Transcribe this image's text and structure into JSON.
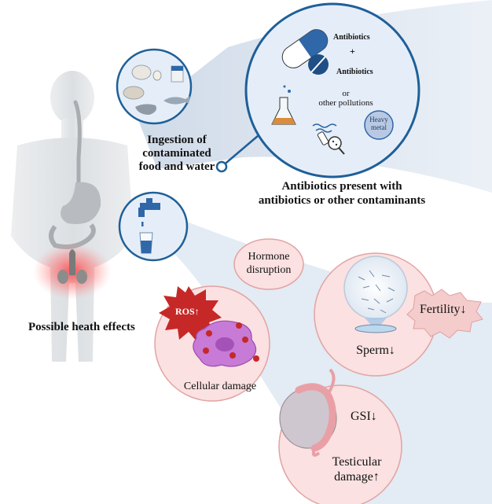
{
  "ingestion": {
    "line1": "Ingestion of",
    "line2": "contaminated",
    "line3": "food and water"
  },
  "contaminants": {
    "antibiotics_1": "Antibiotics",
    "plus": "+",
    "antibiotics_2": "Antibiotics",
    "or": "or",
    "other_pollutions": "other pollutions",
    "heavy_metal_1": "Heavy",
    "heavy_metal_2": "metal"
  },
  "caption": {
    "line1": "Antibiotics present with",
    "line2": "antibiotics or  other contaminants"
  },
  "effects": {
    "title": "Possible heath effects",
    "hormone_1": "Hormone",
    "hormone_2": "disruption",
    "ros": "ROS↑",
    "cellular_damage": "Cellular damage",
    "fertility": "Fertility↓",
    "sperm": "Sperm↓",
    "gsi": "GSI↓",
    "testicular_1": "Testicular",
    "testicular_2": "damage↑"
  },
  "colors": {
    "flow_light": "#dfe7f1",
    "flow_dark": "#b7c8dd",
    "circle_fill": "#e5eef8",
    "circle_stroke": "#1f5f98",
    "effect_fill": "#fbe1e1",
    "effect_stroke": "#e2a3a3",
    "ros_red": "#c62828",
    "body_gray": "#d8dadd"
  }
}
